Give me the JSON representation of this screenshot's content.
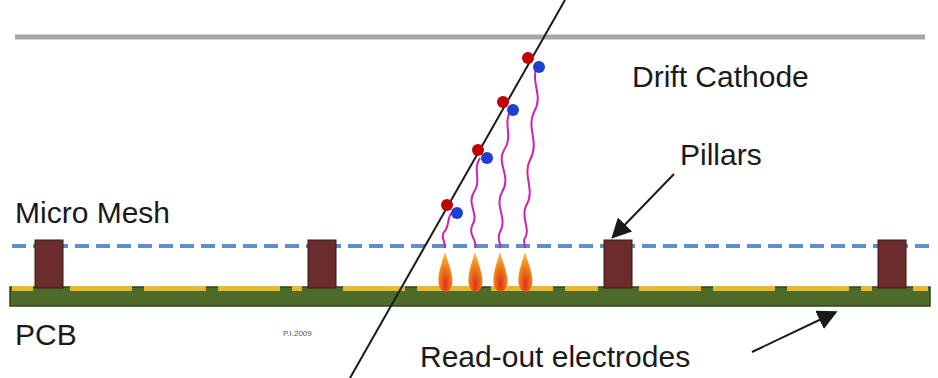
{
  "diagram": {
    "labels": [
      "Drift Cathode",
      "Pillars",
      "Micro Mesh",
      "PCB",
      "P.I.2009",
      "Read-out electrodes"
    ]
  }
}
